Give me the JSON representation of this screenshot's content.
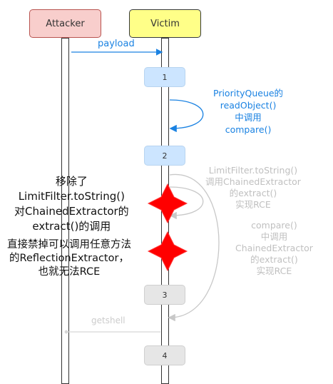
{
  "actors": {
    "attacker": "Attacker",
    "victim": "Victim"
  },
  "steps": [
    "1",
    "2",
    "3",
    "4"
  ],
  "messages": {
    "payload": "payload",
    "getshell": "getshell"
  },
  "notes": {
    "blue": "PriorityQueue的\nreadObject()\n中调用\ncompare()",
    "grey_tostring": "LimitFilter.toString()\n调用ChainedExtractor\n的extract()\n实现RCE",
    "grey_compare": "compare()\n中调用\nChainedExtractor\n的extract()\n实现RCE",
    "removed": "移除了\nLimitFilter.toString()\n对ChainedExtractor的\nextract()的调用",
    "blocked": "直接禁掉可以调用任意方法\n的ReflectionExtractor，\n也就无法RCE"
  },
  "colors": {
    "attacker_fill": "#f8cecc",
    "victim_fill": "#ffff88",
    "step_blue": "#cce5ff",
    "step_grey": "#e6e6e6",
    "accent_blue": "#1a82e2",
    "blocked_red": "#ff0000"
  }
}
